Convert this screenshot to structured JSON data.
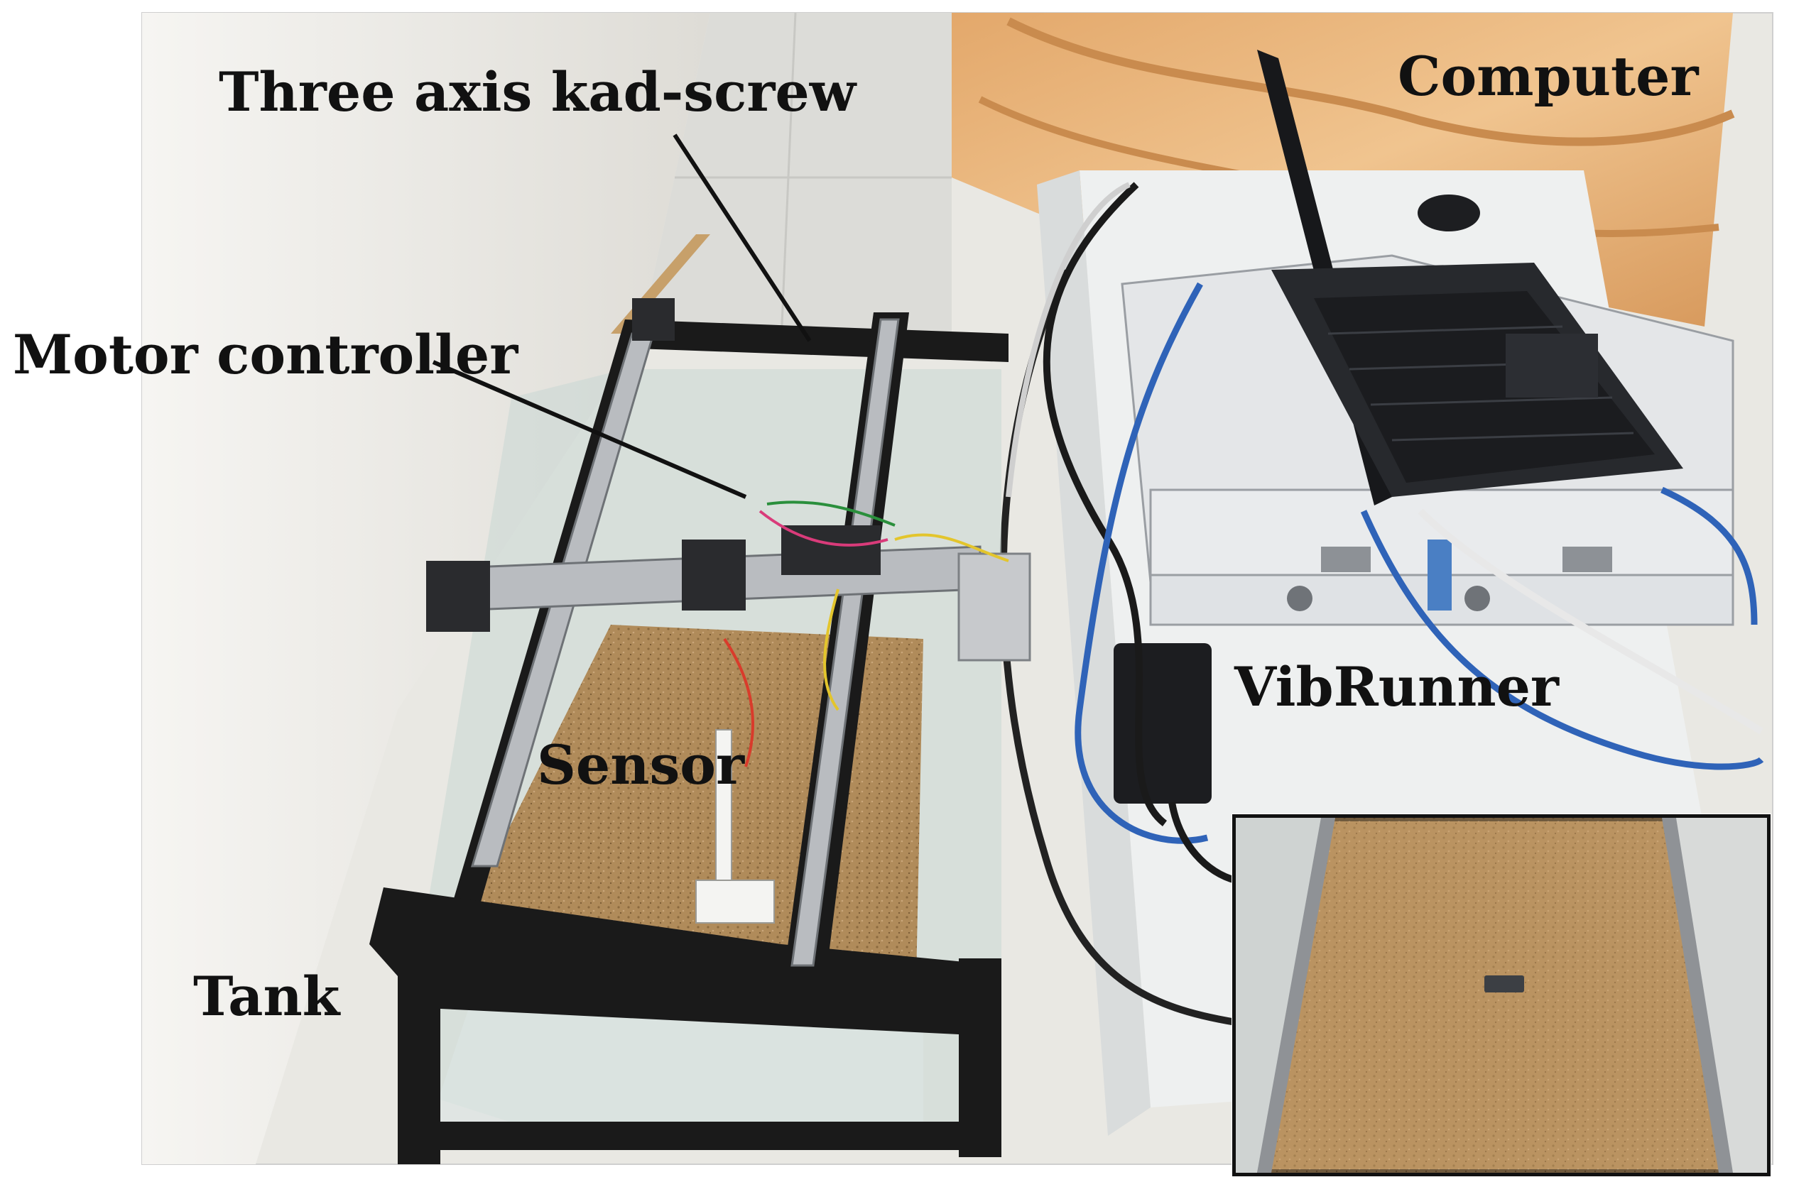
{
  "labels": {
    "three_axis": "Three axis kad-screw",
    "motor_controller": "Motor controller",
    "computer": "Computer",
    "vibrunner": "VibRunner",
    "sensor": "Sensor",
    "tank": "Tank"
  },
  "colors": {
    "frame": "#1a1a1a",
    "rail": "#b9bcc0",
    "sand": "#b08b5a",
    "wall": "#f1efe9",
    "tile": "#dcdcd8",
    "cloth": "#e7b27a",
    "table": "#eef0f0",
    "laptop": "#202226",
    "cable_blue": "#2f63b8"
  }
}
